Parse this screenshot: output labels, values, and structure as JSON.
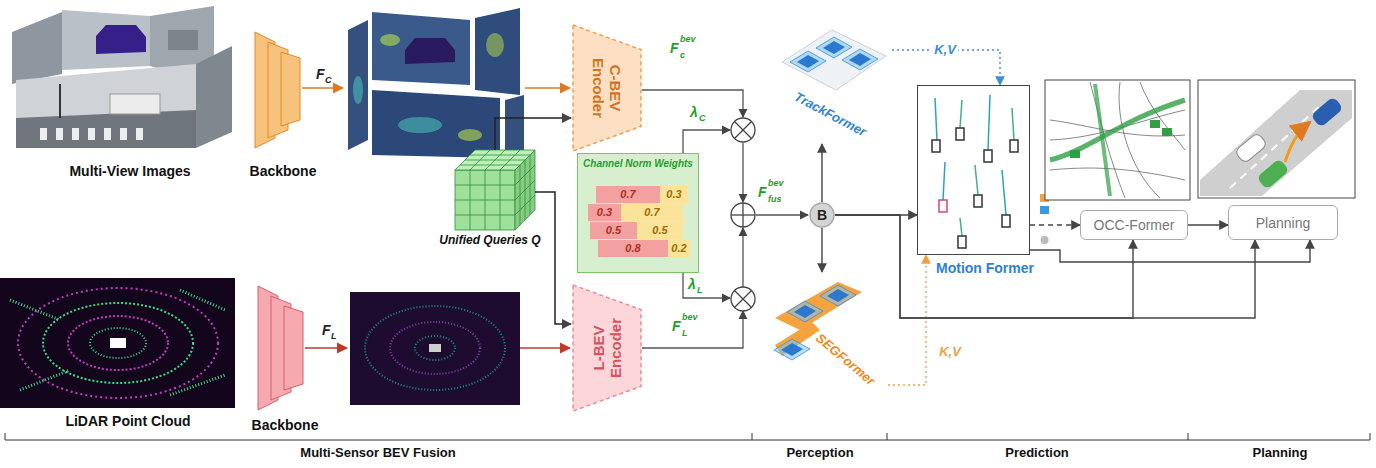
{
  "diagram": {
    "nodes": [
      {
        "text": [
          "C-BEV Encoder"
        ]
      },
      {
        "text": [
          "Channel Norm Weights"
        ]
      },
      {
        "text": [
          "L-BEV Encoder"
        ]
      },
      {
        "text": [
          "TrackFormer"
        ]
      },
      {
        "text": [
          "B"
        ]
      },
      {
        "text": [
          "SEGFormer"
        ]
      },
      {
        "text": [
          "Motion Former"
        ]
      },
      {
        "text": [
          "OCC-Former"
        ]
      },
      {
        "text": [
          "Planning"
        ]
      }
    ],
    "edges": [
      {
        "from": 4,
        "to": 3,
        "arrow": "to"
      },
      {
        "from": 4,
        "to": 5,
        "arrow": "to"
      },
      {
        "from": 4,
        "to": 6,
        "arrow": "to"
      },
      {
        "from": 3,
        "to": 6,
        "label": "K,V",
        "arrow": "to"
      },
      {
        "from": 5,
        "to": 6,
        "label": "K,V",
        "arrow": "to"
      },
      {
        "from": 6,
        "to": 7,
        "arrow": "to"
      },
      {
        "from": 6,
        "to": 8,
        "arrow": "to"
      },
      {
        "from": 4,
        "to": 7,
        "arrow": "to"
      },
      {
        "from": 4,
        "to": 8,
        "arrow": "to"
      },
      {
        "from": 7,
        "to": 8,
        "arrow": "to"
      }
    ],
    "labels": [
      "Multi-View Images",
      "Backbone",
      "F",
      "C",
      "F",
      "bev",
      "c",
      "λ",
      "C",
      "Unified Queries Q",
      "0.7",
      "0.3",
      "0.3",
      "0.7",
      "0.5",
      "0.5",
      "0.8",
      "0.2",
      "λ",
      "L",
      "F",
      "bev",
      "fus",
      "F",
      "bev",
      "L",
      "LiDAR Point Cloud",
      "Backbone",
      "F",
      "L",
      "Multi-Sensor BEV Fusion",
      "Perception",
      "Prediction",
      "Planning"
    ]
  }
}
